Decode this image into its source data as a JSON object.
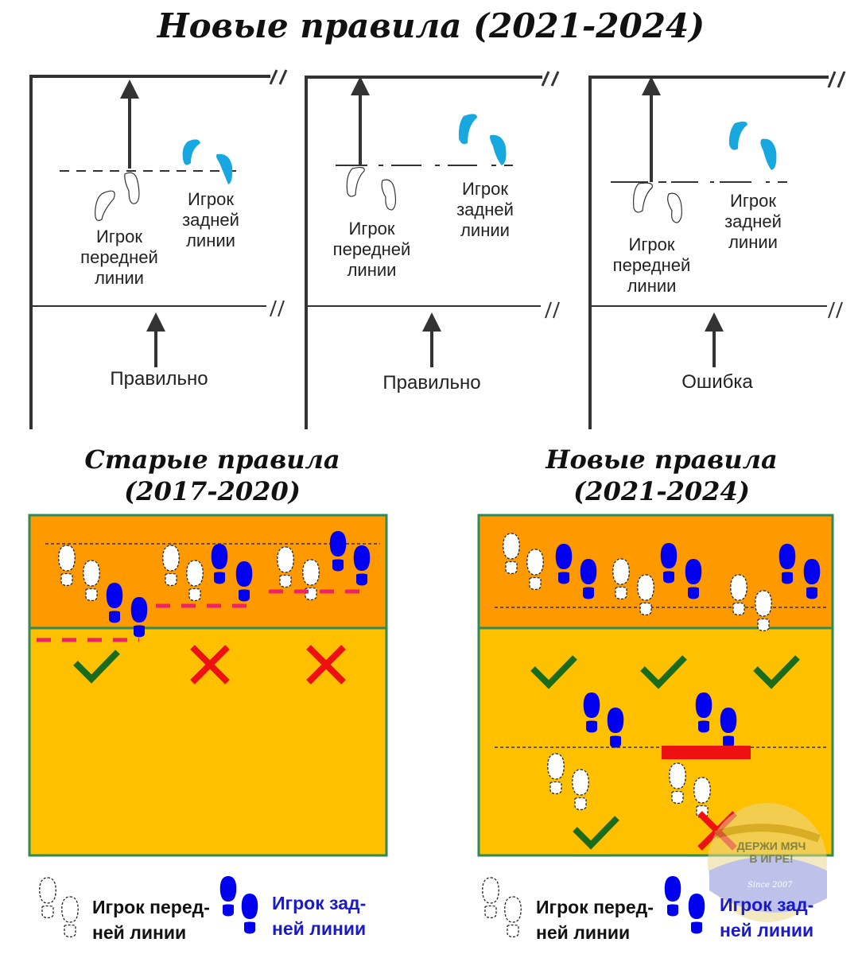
{
  "main_title": "Новые правила (2021-2024)",
  "top_panels": [
    {
      "front_label": [
        "Игрок",
        "передней",
        "линии"
      ],
      "back_label": [
        "Игрок",
        "задней",
        "линии"
      ],
      "verdict": "Правильно",
      "case": "front player foot behind the line"
    },
    {
      "front_label": [
        "Игрок",
        "передней",
        "линии"
      ],
      "back_label": [
        "Игрок",
        "задней",
        "линии"
      ],
      "verdict": "Правильно",
      "case": "front player foot touching the line"
    },
    {
      "front_label": [
        "Игрок",
        "передней",
        "линии"
      ],
      "back_label": [
        "Игрок",
        "задней",
        "линии"
      ],
      "verdict": "Ошибка",
      "case": "front player foot beyond the line"
    }
  ],
  "old_rules": {
    "title_line1": "Старые правила",
    "title_line2": "(2017-2020)",
    "marks": [
      "check",
      "cross",
      "cross"
    ]
  },
  "new_rules": {
    "title_line1": "Новые правила",
    "title_line2": "(2021-2024)",
    "top_marks": [
      "check",
      "check",
      "check"
    ],
    "bottom_marks": [
      "check",
      "cross"
    ]
  },
  "legend": {
    "front_line_1": "Игрок перед-",
    "front_line_2": "ней линии",
    "back_line_1": "Игрок зад-",
    "back_line_2": "ней линии"
  },
  "watermark": {
    "line1": "ДЕРЖИ МЯЧ",
    "line2": "В ИГРЕ!",
    "since": "Since 2007"
  },
  "colors": {
    "back_court": "#ff9900",
    "front_court": "#ffc000",
    "court_border": "#2e8b57",
    "back_player": "#0000ee",
    "front_player": "#ffffff",
    "check": "#1a6b1a",
    "cross": "#ee1111",
    "line_marker": "#ee2266",
    "top_back_player": "#17a8e0"
  }
}
